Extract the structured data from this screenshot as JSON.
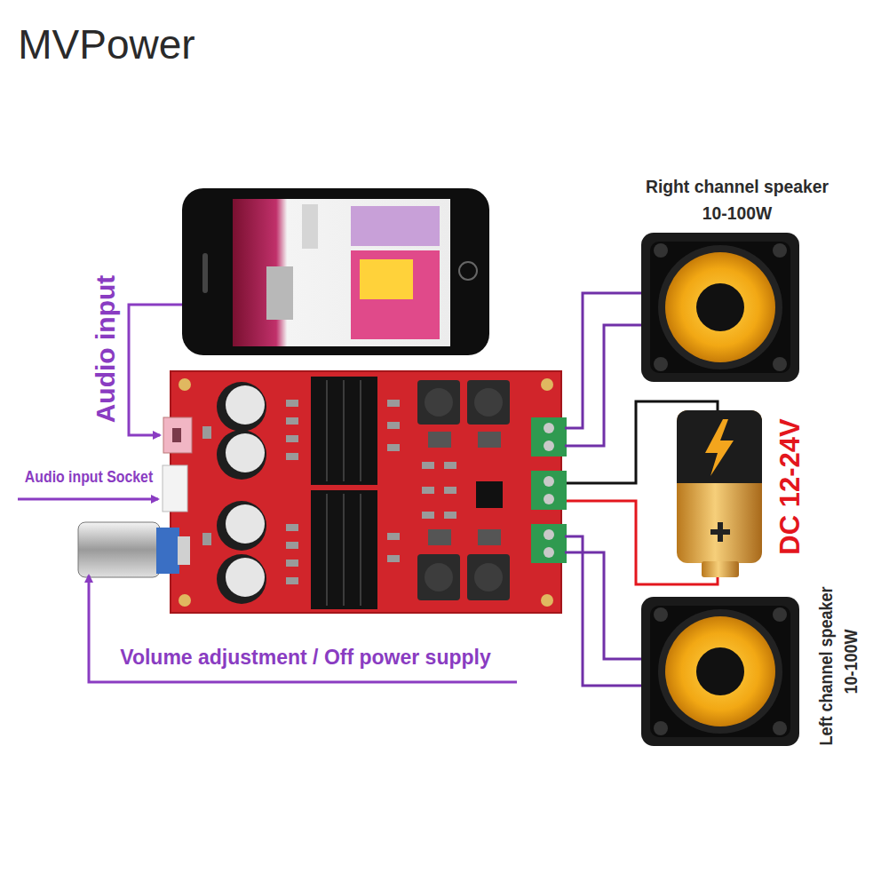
{
  "diagram": {
    "nodes": [
      {
        "text": [
          "Right channel speaker",
          "10-100W"
        ]
      },
      {
        "text": [
          "DC 12-24V"
        ]
      },
      {
        "text": [
          "Left channel speaker",
          "10-100W"
        ]
      }
    ],
    "labels": [
      "MVPower",
      "Audio input",
      "Audio input Socket",
      "Volume adjustment / Off power supply"
    ]
  }
}
